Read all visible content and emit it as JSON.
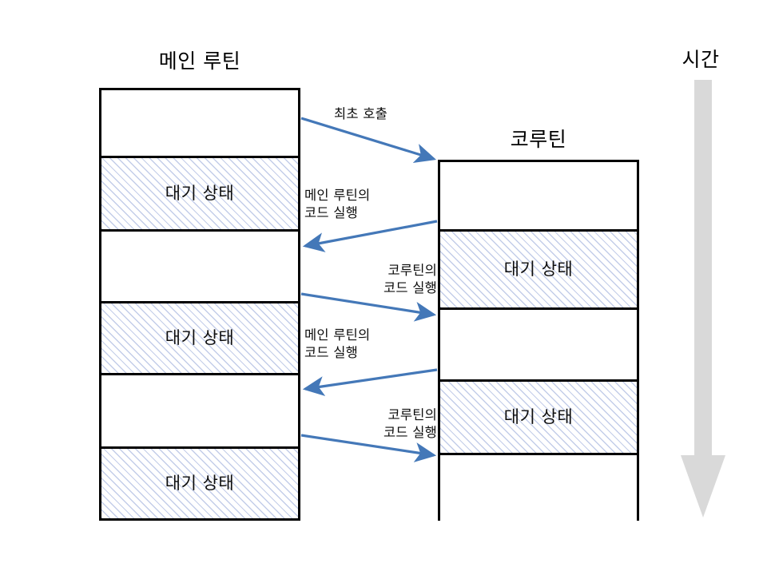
{
  "diagram": {
    "title_main": "메인 루틴",
    "title_coroutine": "코루틴",
    "title_time": "시간",
    "waiting_label": "대기 상태",
    "accent_blue": "#4478b8",
    "hatch_blue": "#c3cde9",
    "border_black": "#000000",
    "time_arrow_gray": "#d9d9d9"
  },
  "main_routine": {
    "name": "메인 루틴",
    "blocks": [
      {
        "state": "running",
        "label": ""
      },
      {
        "state": "waiting",
        "label": "대기 상태"
      },
      {
        "state": "running",
        "label": ""
      },
      {
        "state": "waiting",
        "label": "대기 상태"
      },
      {
        "state": "running",
        "label": ""
      },
      {
        "state": "waiting",
        "label": "대기 상태"
      }
    ]
  },
  "coroutine": {
    "name": "코루틴",
    "blocks": [
      {
        "state": "running",
        "label": ""
      },
      {
        "state": "waiting",
        "label": "대기 상태"
      },
      {
        "state": "running",
        "label": ""
      },
      {
        "state": "waiting",
        "label": "대기 상태"
      },
      {
        "state": "running",
        "label": ""
      }
    ]
  },
  "arrows": [
    {
      "label": "최초 호출",
      "direction": "main-to-coroutine"
    },
    {
      "label": "메인 루틴의\n코드 실행",
      "direction": "coroutine-to-main"
    },
    {
      "label": "코루틴의\n코드 실행",
      "direction": "main-to-coroutine"
    },
    {
      "label": "메인 루틴의\n코드 실행",
      "direction": "coroutine-to-main"
    },
    {
      "label": "코루틴의\n코드 실행",
      "direction": "main-to-coroutine"
    }
  ]
}
